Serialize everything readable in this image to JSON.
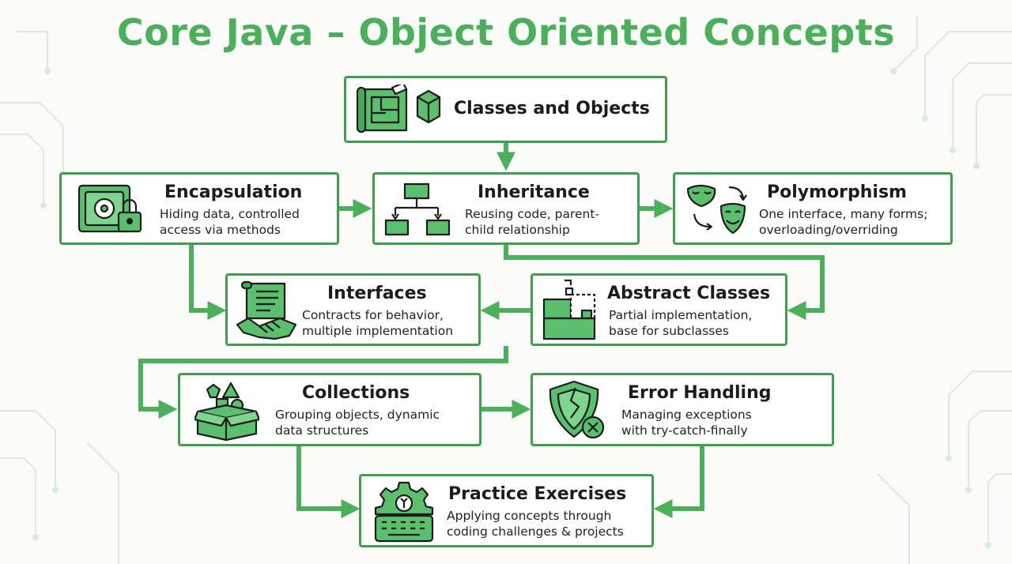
{
  "title": "Core Java – Object Oriented Concepts",
  "colors": {
    "accent": "#3f9e4f",
    "icon_fill": "#5cbf6e",
    "title": "#4caf5c"
  },
  "nodes": {
    "classes": {
      "title": "Classes and Objects",
      "icon": "blueprint-cube-icon"
    },
    "encapsulation": {
      "title": "Encapsulation",
      "line1": "Hiding data, controlled",
      "line2": "access via methods",
      "icon": "safe-lock-icon"
    },
    "inheritance": {
      "title": "Inheritance",
      "line1": "Reusing code, parent-",
      "line2": "child relationship",
      "icon": "hierarchy-icon"
    },
    "polymorphism": {
      "title": "Polymorphism",
      "line1": "One interface, many forms;",
      "line2": "overloading/overriding",
      "icon": "masks-icon"
    },
    "interfaces": {
      "title": "Interfaces",
      "line1": "Contracts for behavior,",
      "line2": "multiple implementation",
      "icon": "contract-handshake-icon"
    },
    "abstract": {
      "title": "Abstract Classes",
      "line1": "Partial implementation,",
      "line2": "base for subclasses",
      "icon": "blocks-icon"
    },
    "collections": {
      "title": "Collections",
      "line1": "Grouping objects, dynamic",
      "line2": "data structures",
      "icon": "box-shapes-icon"
    },
    "error": {
      "title": "Error Handling",
      "line1": "Managing exceptions",
      "line2": "with try-catch-finally",
      "icon": "broken-shield-icon"
    },
    "practice": {
      "title": "Practice Exercises",
      "line1": "Applying concepts through",
      "line2": "coding challenges & projects",
      "icon": "gear-keyboard-icon"
    }
  }
}
